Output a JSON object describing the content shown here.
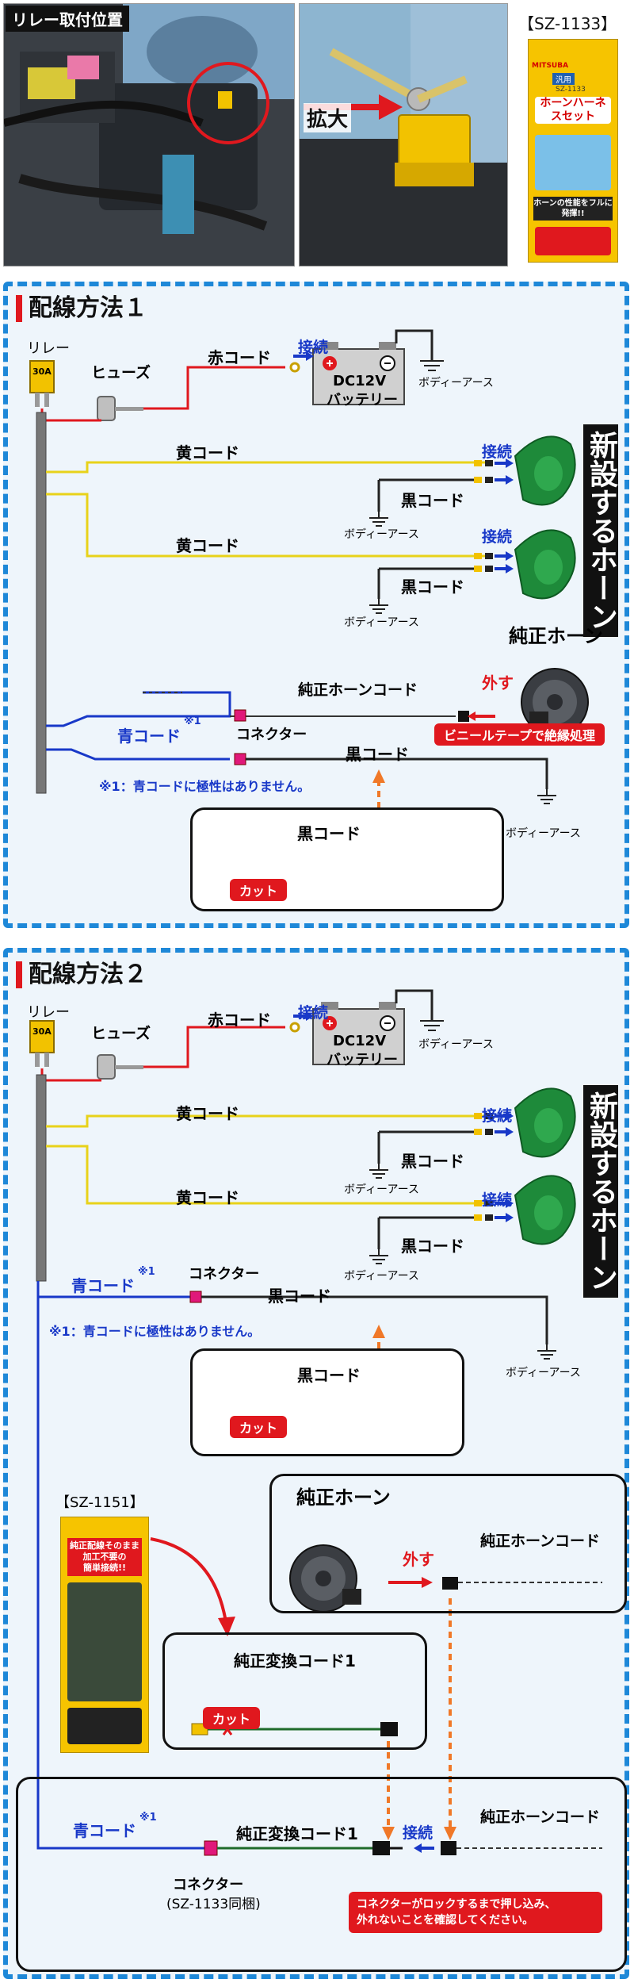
{
  "top": {
    "relay_location_label": "リレー取付位置",
    "zoom_label": "拡大",
    "product_code": "【SZ-1133】",
    "box_brand": "MITSUBA",
    "box_type": "汎用",
    "box_code": "SZ-1133",
    "box_name": "ホーンハーネスセット",
    "box_slogan": "ホーンの性能をフルに発揮!!"
  },
  "s1": {
    "title": "配線方法１",
    "relay": "リレー",
    "relay_rating": "30A",
    "fuse": "ヒューズ",
    "red_cord": "赤コード",
    "connect": "接続",
    "battery_v": "DC12V",
    "battery_label": "バッテリー",
    "body_earth": "ボディーアース",
    "yellow_cord": "黄コード",
    "black_cord": "黒コード",
    "new_horn": "新設するホーン",
    "oem_horn": "純正ホーン",
    "remove": "外す",
    "oem_horn_cord": "純正ホーンコード",
    "vinyl_tape": "ビニールテープで絶縁処理",
    "blue_cord": "青コード",
    "note_mark": "※1",
    "connector": "コネクター",
    "note": "※1：青コードに極性はありません。",
    "cut": "カット"
  },
  "s2": {
    "title": "配線方法２",
    "relay": "リレー",
    "relay_rating": "30A",
    "fuse": "ヒューズ",
    "red_cord": "赤コード",
    "connect": "接続",
    "battery_v": "DC12V",
    "battery_label": "バッテリー",
    "body_earth": "ボディーアース",
    "yellow_cord": "黄コード",
    "black_cord": "黒コード",
    "new_horn": "新設するホーン",
    "blue_cord": "青コード",
    "note_mark": "※1",
    "connector": "コネクター",
    "note": "※1：青コードに極性はありません。",
    "cut": "カット",
    "sz1151": "【SZ-1151】",
    "pkg_lines": [
      "純正配線そのまま",
      "加工不要の",
      "簡単接続!!"
    ],
    "oem_horn": "純正ホーン",
    "remove": "外す",
    "oem_horn_cord": "純正ホーンコード",
    "conv_cord": "純正変換コード1",
    "connector_sub": "(SZ-1133同梱)",
    "lock_note_1": "コネクターがロックするまで押し込み、",
    "lock_note_2": "外れないことを確認してください。"
  },
  "colors": {
    "accent_blue": "#1e88d8",
    "red": "#e0181e",
    "red_wire": "#e0181e",
    "yellow_wire": "#e8d21a",
    "blue_wire": "#1838c8",
    "black_wire": "#222222",
    "horn_green": "#1e8a3a",
    "relay_yellow": "#f2c200",
    "connector_magenta": "#e0187a",
    "arrow_orange": "#f07828"
  }
}
